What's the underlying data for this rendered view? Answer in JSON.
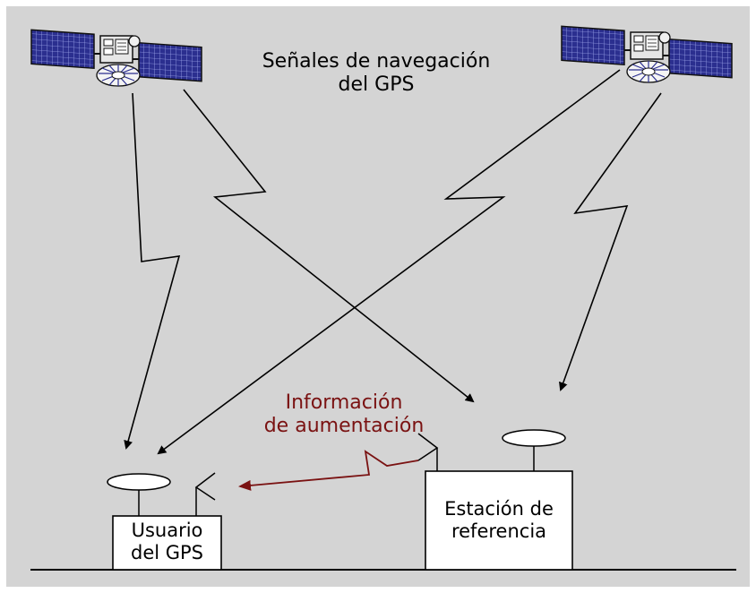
{
  "title": {
    "line1": "Señales de navegación",
    "line2": "del GPS"
  },
  "augmentation": {
    "line1": "Información",
    "line2": "de aumentación"
  },
  "user_box": {
    "line1": "Usuario",
    "line2": "del GPS"
  },
  "station_box": {
    "line1": "Estación de",
    "line2": "referencia"
  },
  "colors": {
    "background": "#d4d4d4",
    "augmentation": "#7a1212",
    "solar_panel": "#2b2f8f"
  },
  "icons": [
    "satellite-icon",
    "antenna-icon",
    "transmit-antenna-icon"
  ]
}
